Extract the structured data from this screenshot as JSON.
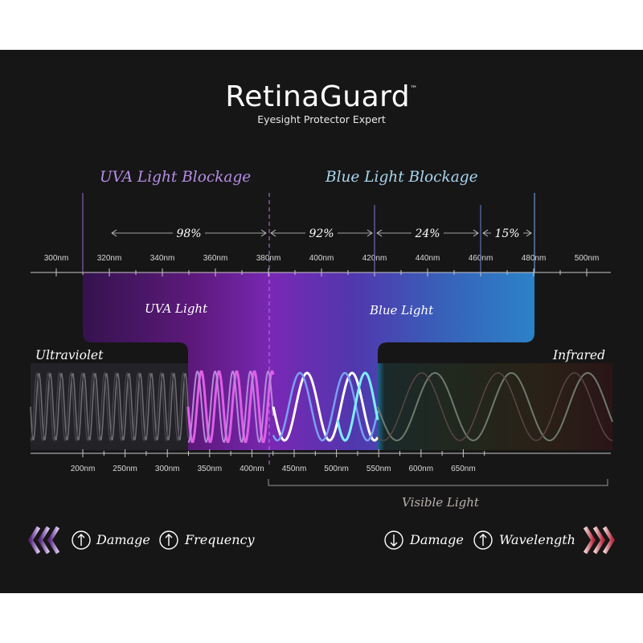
{
  "brand": {
    "name": "RetinaGuard",
    "trademark": "™",
    "tagline": "Eyesight Protector Expert"
  },
  "headers": {
    "uva": "UVA Light Blockage",
    "blue": "Blue Light Blockage"
  },
  "blockage": [
    {
      "from": 320,
      "to": 380,
      "percent": "98%"
    },
    {
      "from": 380,
      "to": 420,
      "percent": "92%"
    },
    {
      "from": 420,
      "to": 460,
      "percent": "24%"
    },
    {
      "from": 460,
      "to": 480,
      "percent": "15%"
    }
  ],
  "top_scale": {
    "ticks": [
      "300nm",
      "320nm",
      "340nm",
      "360nm",
      "380nm",
      "400nm",
      "420nm",
      "440nm",
      "460nm",
      "480nm",
      "500nm"
    ]
  },
  "bands": {
    "uva": "UVA Light",
    "blue": "Blue Light"
  },
  "regions": {
    "left": "Ultraviolet",
    "right": "Infrared",
    "visible": "Visible Light"
  },
  "bottom_scale": {
    "ticks": [
      "200nm",
      "250nm",
      "300nm",
      "350nm",
      "400nm",
      "450nm",
      "500nm",
      "550nm",
      "600nm",
      "650nm"
    ]
  },
  "legend": {
    "left": [
      {
        "icon": "arrow-up-icon",
        "label": "Damage"
      },
      {
        "icon": "arrow-up-icon",
        "label": "Frequency"
      }
    ],
    "right": [
      {
        "icon": "arrow-down-icon",
        "label": "Damage"
      },
      {
        "icon": "arrow-up-icon",
        "label": "Wavelength"
      }
    ]
  },
  "colors": {
    "background": "#171617",
    "uva_header": "#b58ee6",
    "blue_header": "#a9d6ee",
    "uva_band": "#5a1f86",
    "blue_band": "#2f7fd2",
    "visible_label": "#b9b2ad"
  }
}
